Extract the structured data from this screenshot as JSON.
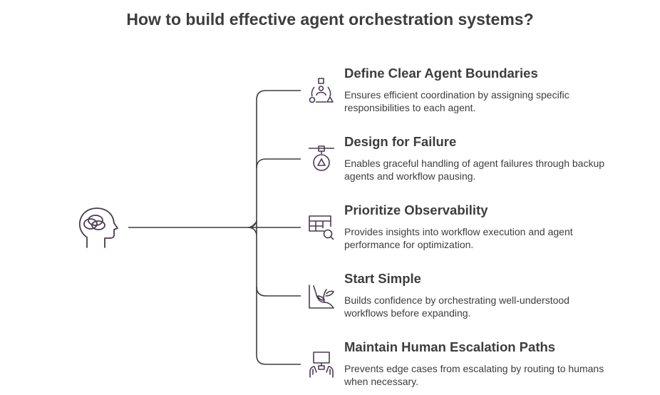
{
  "title": "How to build effective agent orchestration systems?",
  "items": [
    {
      "title": "Define Clear Agent Boundaries",
      "description": "Ensures efficient coordination by assigning specific responsibilities to each agent.",
      "icon": "roles-hierarchy-icon"
    },
    {
      "title": "Design for Failure",
      "description": "Enables graceful handling of agent failures through backup agents and workflow pausing.",
      "icon": "failure-warning-icon"
    },
    {
      "title": "Prioritize Observability",
      "description": "Provides insights into workflow execution and agent performance for optimization.",
      "icon": "table-search-icon"
    },
    {
      "title": "Start Simple",
      "description": "Builds confidence by orchestrating well-understood workflows before expanding.",
      "icon": "sprout-icon"
    },
    {
      "title": "Maintain Human Escalation Paths",
      "description": "Prevents edge cases from escalating by routing to humans when necessary.",
      "icon": "human-computer-icon"
    }
  ],
  "colors": {
    "line": "#3d3d3d",
    "icon": "#4a3b52",
    "text": "#3d3d3d"
  }
}
